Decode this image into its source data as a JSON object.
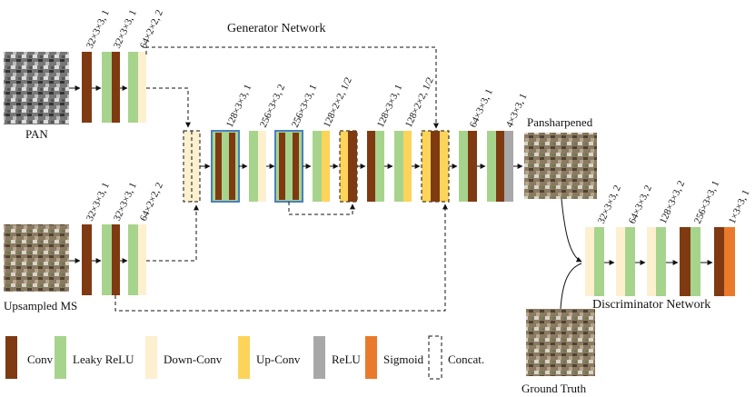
{
  "titles": {
    "generator": "Generator Network",
    "discriminator": "Discriminator Network"
  },
  "images": {
    "pan": "PAN",
    "ms": "Upsampled MS",
    "pansharpened": "Pansharpened",
    "ground_truth": "Ground Truth"
  },
  "labels": {
    "pan_top": [
      "32×3×3, 1",
      "32×3×3, 1",
      "64×2×2, 2"
    ],
    "ms_bottom": [
      "32×3×3, 1",
      "32×3×3, 1",
      "64×2×2, 2"
    ],
    "middle": [
      "128×3×3, 1",
      "256×3×3, 2",
      "256×3×3, 1",
      "128×2×2, 1/2",
      "128×3×3, 1",
      "128×2×2, 1/2",
      "64×3×3, 1",
      "4×3×3, 1"
    ],
    "disc": [
      "32×3×3, 2",
      "64×3×3, 2",
      "128×3×3, 2",
      "256×3×3, 1",
      "1×3×3, 1"
    ]
  },
  "legend": [
    {
      "label": "Conv",
      "color": "#7f3a12"
    },
    {
      "label": "Leaky ReLU",
      "color": "#a7d48c"
    },
    {
      "label": "Down-Conv",
      "color": "#fdf0cf"
    },
    {
      "label": "Up-Conv",
      "color": "#fcd45a"
    },
    {
      "label": "ReLU",
      "color": "#a8a8a8"
    },
    {
      "label": "Sigmoid",
      "color": "#e97a2c"
    },
    {
      "label": "Concat.",
      "color": "#ffffff"
    }
  ]
}
